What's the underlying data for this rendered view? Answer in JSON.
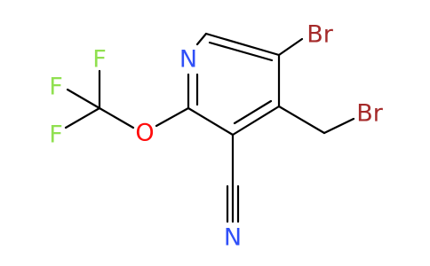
{
  "molecule": {
    "atoms": {
      "br1": {
        "text": "Br",
        "color": "#A52A2A"
      },
      "br2": {
        "text": "Br",
        "color": "#A52A2A"
      },
      "n_ring": {
        "text": "N",
        "color": "#3050F8"
      },
      "n_nitrile": {
        "text": "N",
        "color": "#3050F8"
      },
      "o": {
        "text": "O",
        "color": "#FF0D0D"
      },
      "f1": {
        "text": "F",
        "color": "#90E050"
      },
      "f2": {
        "text": "F",
        "color": "#90E050"
      },
      "f3": {
        "text": "F",
        "color": "#90E050"
      }
    }
  }
}
